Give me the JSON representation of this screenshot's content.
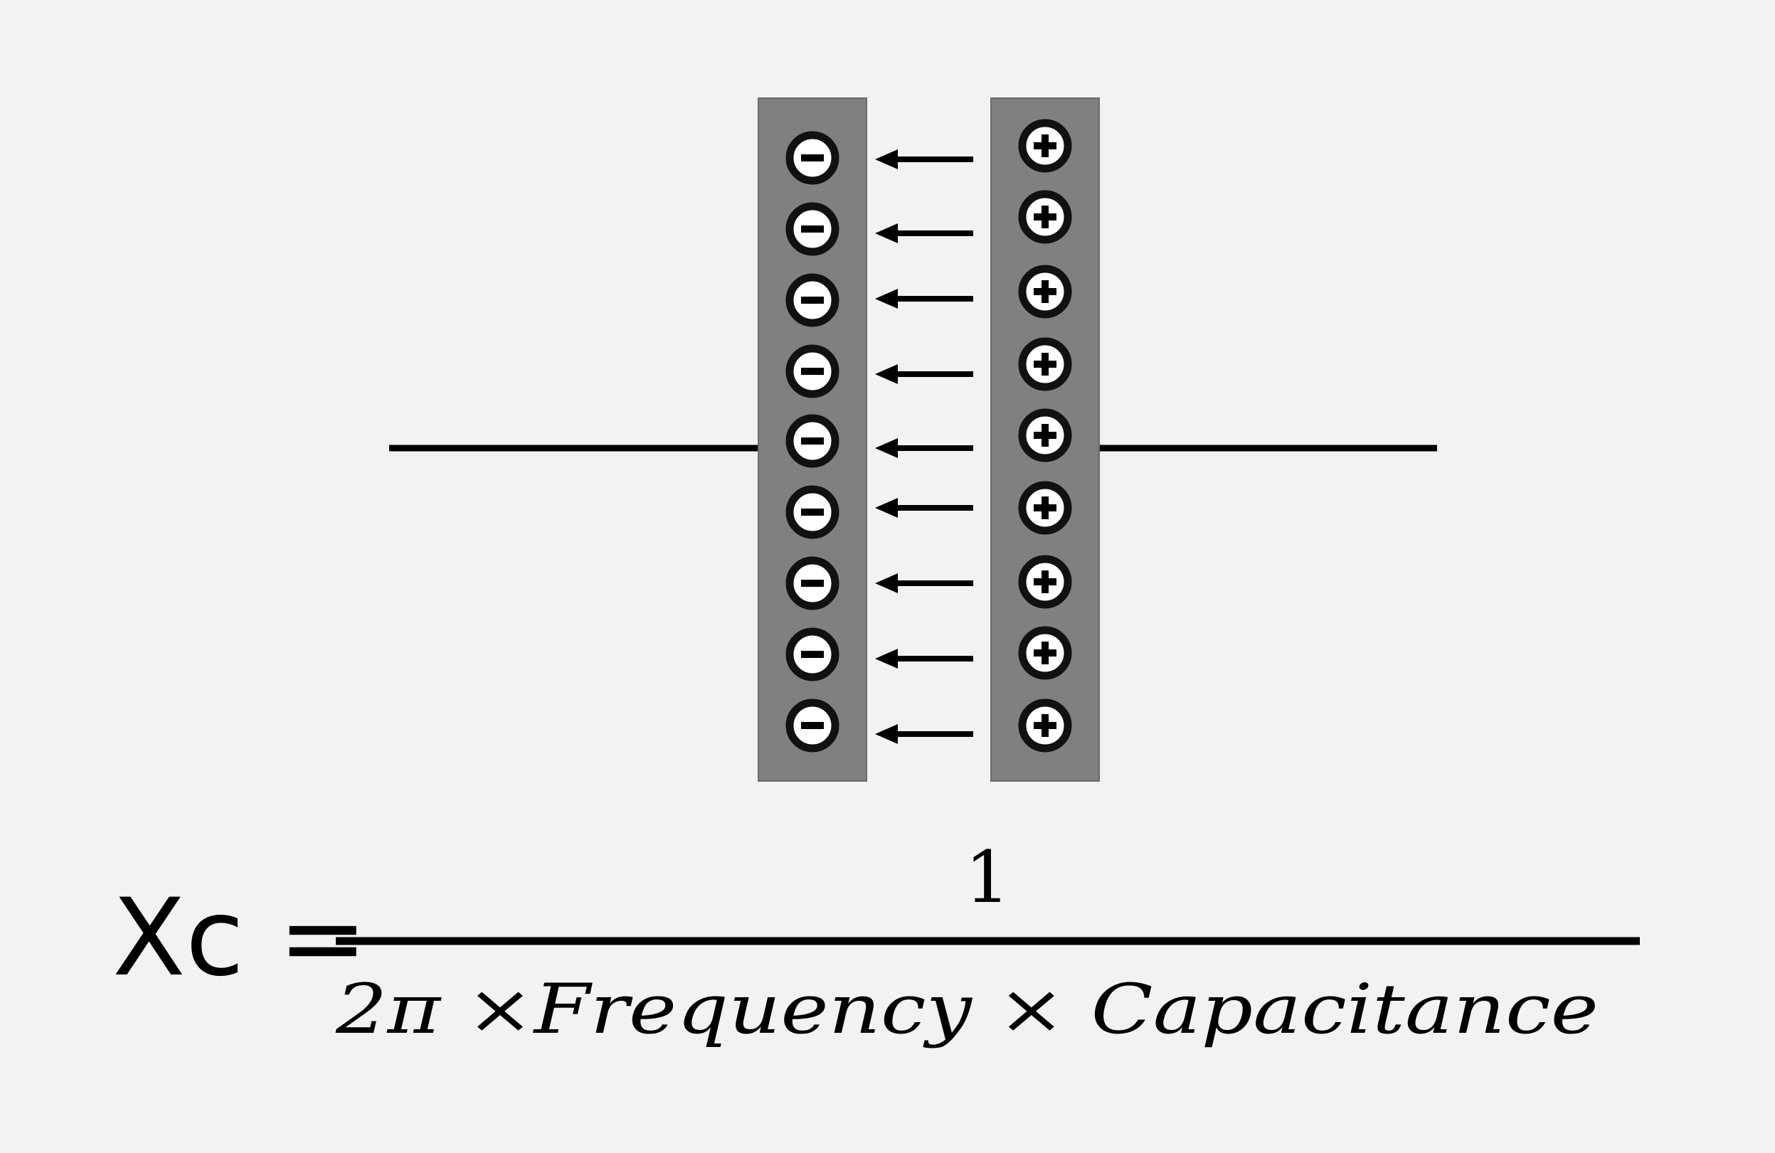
{
  "colors": {
    "background": "#f2f2f2",
    "plate": "#808080",
    "ink": "#000000",
    "charge_fill": "#ffffff"
  },
  "plates": {
    "negative": {
      "charge": "negative",
      "charge_icon": "minus-circle-icon",
      "charge_count": 9
    },
    "positive": {
      "charge": "positive",
      "charge_icon": "plus-circle-icon",
      "charge_count": 9
    }
  },
  "field_arrows": {
    "count": 9,
    "direction": "left",
    "icon": "arrow-left-icon"
  },
  "formula": {
    "lhs": "Xc =",
    "numerator": "1",
    "denominator": "2π ×Frequency × Capacitance"
  }
}
